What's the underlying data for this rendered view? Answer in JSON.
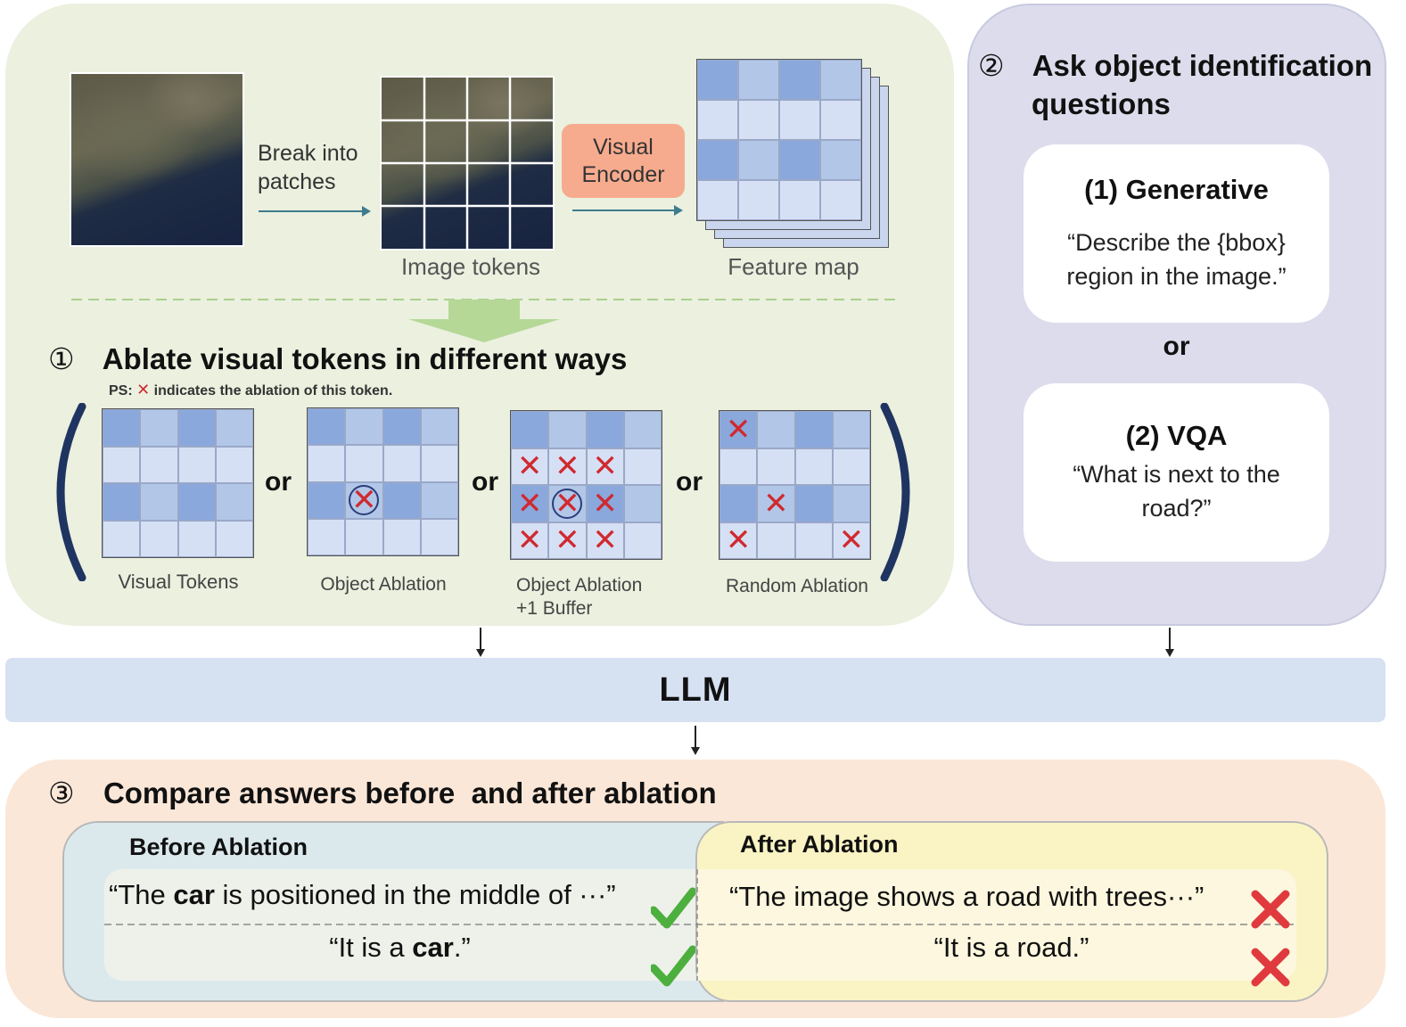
{
  "step1": {
    "break_label_line1": "Break into",
    "break_label_line2": "patches",
    "image_tokens_label": "Image tokens",
    "encoder_line1": "Visual",
    "encoder_line2": "Encoder",
    "feature_map_label": "Feature map",
    "number": "①",
    "title": "Ablate visual tokens in different ways",
    "ps_prefix": "PS:",
    "ps_mark": "✕",
    "ps_text": "indicates the ablation of this token.",
    "or_label": "or",
    "grids": [
      {
        "caption_line1": "Visual Tokens",
        "caption_line2": ""
      },
      {
        "caption_line1": "Object Ablation",
        "caption_line2": ""
      },
      {
        "caption_line1": "Object Ablation",
        "caption_line2": "+1 Buffer"
      },
      {
        "caption_line1": "Random Ablation",
        "caption_line2": ""
      }
    ]
  },
  "step2": {
    "number": "②",
    "title_line1": "Ask object identification",
    "title_line2": "questions",
    "generative_title": "(1)  Generative",
    "generative_line1": "“Describe the {bbox}",
    "generative_line2": "region in the image.”",
    "or_label": "or",
    "vqa_title": "(2) VQA",
    "vqa_line1": "“What is next to the",
    "vqa_line2": "road?”"
  },
  "llm": {
    "label": "LLM"
  },
  "step3": {
    "number": "③",
    "title": "Compare answers before  and after ablation",
    "before_title": "Before Ablation",
    "after_title": "After Ablation",
    "before_answer1_pre": "“The ",
    "before_answer1_bold": "car",
    "before_answer1_post": " is positioned in the middle of ···”",
    "before_answer2_pre": "“It is a ",
    "before_answer2_bold": "car",
    "before_answer2_post": ".”",
    "after_answer1": "“The image shows a road with trees···”",
    "after_answer2": "“It is a road.”"
  },
  "colors": {
    "green_panel": "#ebf0df",
    "purple_panel": "#dcdcec",
    "llm_bar": "#d6e1f2",
    "orange_panel": "#fbe7d8",
    "before_box": "#dce9ec",
    "after_box": "#faf3c4",
    "encoder": "#f7ab8e",
    "token_dark": "#8aa8dc",
    "token_mid": "#b2c6e8",
    "token_light": "#d6e0f4",
    "ablation_mark": "#d0292f",
    "check": "#4caf3e"
  }
}
